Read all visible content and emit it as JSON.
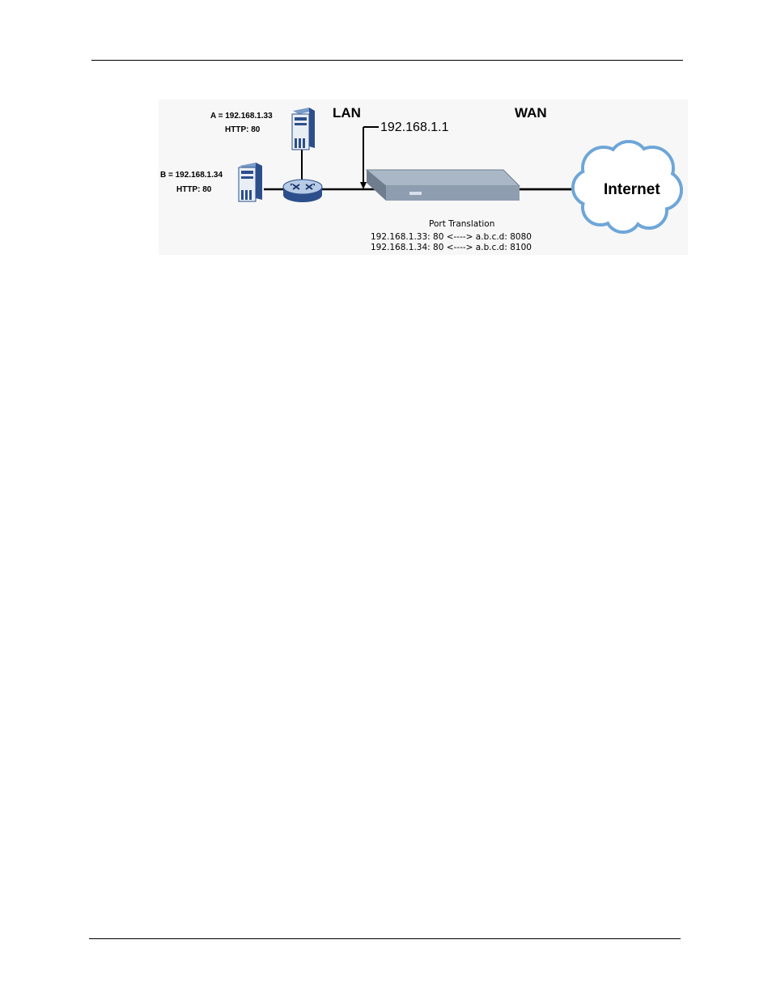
{
  "diagram": {
    "server_a": {
      "ip": "A = 192.168.1.33",
      "service": "HTTP: 80"
    },
    "server_b": {
      "ip": "B = 192.168.1.34",
      "service": "HTTP: 80"
    },
    "lan_label": "LAN",
    "wan_label": "WAN",
    "gateway_ip": "192.168.1.1",
    "internet_label": "Internet",
    "port_translation": {
      "title": "Port Translation",
      "rows": [
        "192.168.1.33: 80 <----> a.b.c.d: 8080",
        "192.168.1.34: 80 <----> a.b.c.d: 8100"
      ]
    }
  }
}
